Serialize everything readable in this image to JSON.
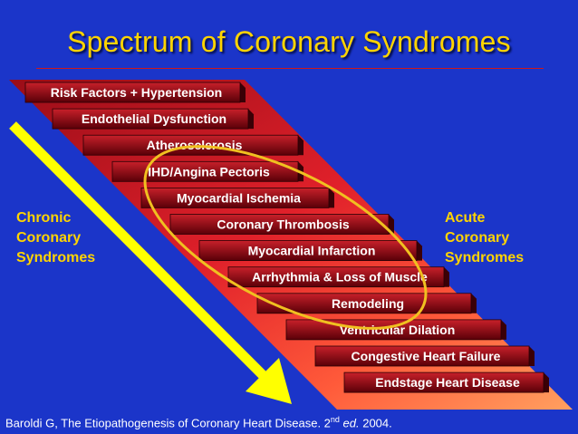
{
  "title": "Spectrum of Coronary Syndromes",
  "left_label": [
    "Chronic",
    "Coronary",
    "Syndromes"
  ],
  "right_label": [
    "Acute",
    "Coronary",
    "Syndromes"
  ],
  "stages": [
    "Risk Factors + Hypertension",
    "Endothelial Dysfunction",
    "Atherosclerosis",
    "IHD/Angina Pectoris",
    "Myocardial Ischemia",
    "Coronary Thrombosis",
    "Myocardial Infarction",
    "Arrhythmia & Loss of Muscle",
    "Remodeling",
    "Ventricular Dilation",
    "Congestive Heart Failure",
    "Endstage Heart Disease"
  ],
  "citation": {
    "main": "Baroldi G, The Etiopathogenesis of Coronary Heart Disease. 2",
    "sup": "nd",
    "italic": " ed.",
    "year": " 2004."
  },
  "colors": {
    "background": "#1b35c9",
    "title": "#ffd400",
    "arrow": "#ffff00",
    "ellipse": "#f0c020",
    "band_dark": "#b0101a",
    "band_light": "#ff8a3d"
  }
}
